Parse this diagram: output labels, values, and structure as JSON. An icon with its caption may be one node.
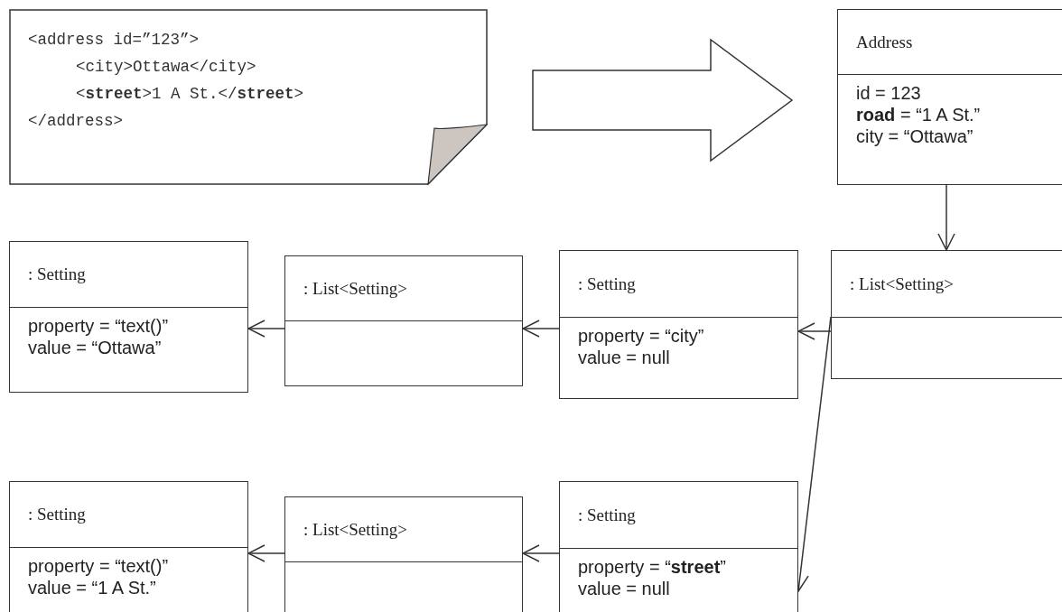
{
  "diagram": {
    "nodes": [
      {
        "text": [
          "<address id=”123”>",
          "<city>Ottawa</city>",
          "<**street**>1 A St.</**street**>",
          "</address>"
        ]
      },
      {
        "text": [
          "Address",
          "id = 123",
          "**road** = “1 A St.”",
          "city = “Ottawa”"
        ]
      },
      {
        "text": [
          ": Setting",
          "property = “text()”",
          "value = “Ottawa”"
        ]
      },
      {
        "text": [
          ": List<Setting>"
        ]
      },
      {
        "text": [
          ": Setting",
          "property = “city”",
          "value = null"
        ]
      },
      {
        "text": [
          ": List<Setting>"
        ]
      },
      {
        "text": [
          ": Setting",
          "property = “text()”",
          "value = “1 A St.”"
        ]
      },
      {
        "text": [
          ": List<Setting>"
        ]
      },
      {
        "text": [
          ": Setting",
          "property = “**street**”",
          "value = null"
        ]
      }
    ],
    "edges": [
      {
        "from": 0,
        "to": 1,
        "arrow": "to",
        "style": "thick"
      },
      {
        "from": 1,
        "to": 5,
        "arrow": "to"
      },
      {
        "from": 5,
        "to": 4,
        "arrow": "to"
      },
      {
        "from": 4,
        "to": 3,
        "arrow": "to"
      },
      {
        "from": 3,
        "to": 2,
        "arrow": "to"
      },
      {
        "from": 5,
        "to": 8,
        "arrow": "to"
      },
      {
        "from": 8,
        "to": 7,
        "arrow": "to"
      },
      {
        "from": 7,
        "to": 6,
        "arrow": "to"
      }
    ]
  }
}
